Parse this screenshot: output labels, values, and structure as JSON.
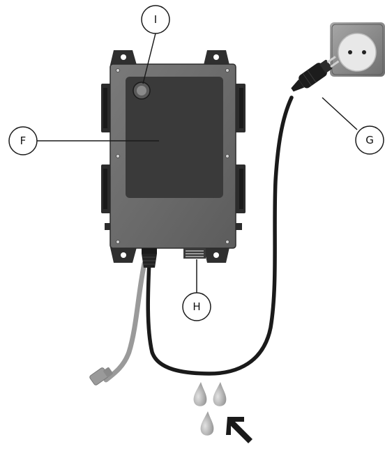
{
  "callouts": {
    "i": "I",
    "f": "F",
    "g": "G",
    "h": "H"
  },
  "colors": {
    "housing": "#6f6f6f",
    "housing_edge": "#2c2c2c",
    "panel": "#3a3a3a",
    "bracket": "#2f2f2f",
    "cable_black": "#1a1a1a",
    "cable_grey": "#9a9a9a",
    "socket_plate": "#8d8d8d",
    "socket_face": "#e8e8e8",
    "water_drop": "#b8b8b8",
    "arrow": "#1a1a1a"
  },
  "icons": {
    "indicator_light": "indicator-light-icon",
    "power_plug": "power-plug-icon",
    "wall_socket": "wall-socket-icon",
    "water_drops": "water-drops-icon",
    "direction_arrow": "arrow-icon"
  }
}
